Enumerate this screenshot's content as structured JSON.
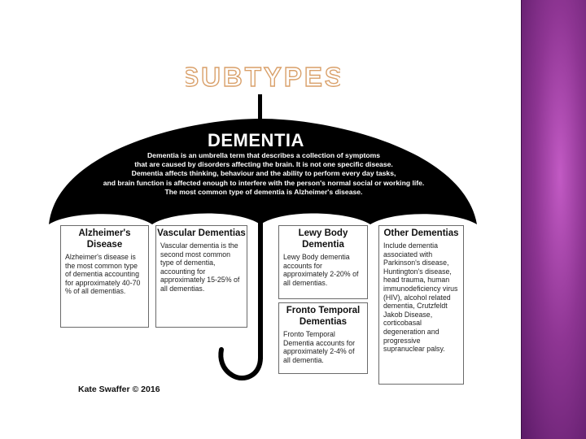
{
  "slide": {
    "title": "SUBTYPES"
  },
  "umbrella": {
    "heading": "DEMENTIA",
    "description_lines": [
      "Dementia is an umbrella term that describes a collection of symptoms",
      "that are caused by disorders affecting the brain.  It is not one specific disease.",
      "Dementia affects thinking, behaviour and the ability to perform every day tasks,",
      "and brain function is affected enough to interfere with the person's normal social or working life.",
      "The most common type of dementia is Alzheimer's disease."
    ]
  },
  "boxes": {
    "alzheimers": {
      "title": "Alzheimer's Disease",
      "text": "Alzheimer's disease is the most common type of dementia accounting for approximately 40-70 % of all dementias."
    },
    "vascular": {
      "title": "Vascular Dementias",
      "text": "Vascular dementia is the second most common type of dementia, accounting for approximately 15-25% of all dementias."
    },
    "lewy": {
      "title": "Lewy Body Dementia",
      "text": "Lewy Body dementia accounts for approximately 2-20% of all dementias."
    },
    "fronto": {
      "title": "Fronto Temporal Dementias",
      "text": "Fronto Temporal Dementia accounts for approximately 2-4% of all dementia."
    },
    "other": {
      "title": "Other Dementias",
      "text": "Include dementia associated with Parkinson's disease, Huntington's disease, head trauma, human immunodeficiency virus (HIV), alcohol related dementia, Crutzfeldt Jakob Disease, corticobasal degeneration and progressive supranuclear palsy."
    }
  },
  "credit": "Kate Swaffer © 2016",
  "colors": {
    "umbrella": "#000000",
    "accent_panel": "#a244a8",
    "title_outline": "#d9a06a"
  }
}
